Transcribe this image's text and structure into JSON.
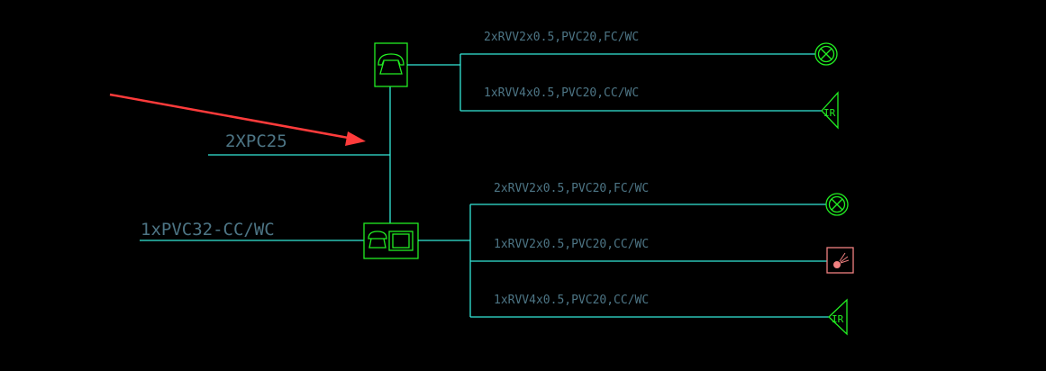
{
  "conduits": {
    "riser": "2XPC25",
    "incoming": "1xPVC32-CC/WC"
  },
  "upper_branch": {
    "cables": [
      "2xRVV2x0.5,PVC20,FC/WC",
      "1xRVV4x0.5,PVC20,CC/WC"
    ],
    "devices": [
      "lamp-icon",
      "ir-sensor-icon"
    ]
  },
  "lower_branch": {
    "cables": [
      "2xRVV2x0.5,PVC20,FC/WC",
      "1xRVV2x0.5,PVC20,CC/WC",
      "1xRVV4x0.5,PVC20,CC/WC"
    ],
    "devices": [
      "lamp-icon",
      "smoke-detector-icon",
      "ir-sensor-icon"
    ]
  },
  "device_text": {
    "ir": "IR"
  },
  "colors": {
    "wire": "#33e8d8",
    "device": "#22ee22",
    "text": "#4d7585",
    "detector": "#f08080",
    "arrow": "#ff3b3b"
  }
}
